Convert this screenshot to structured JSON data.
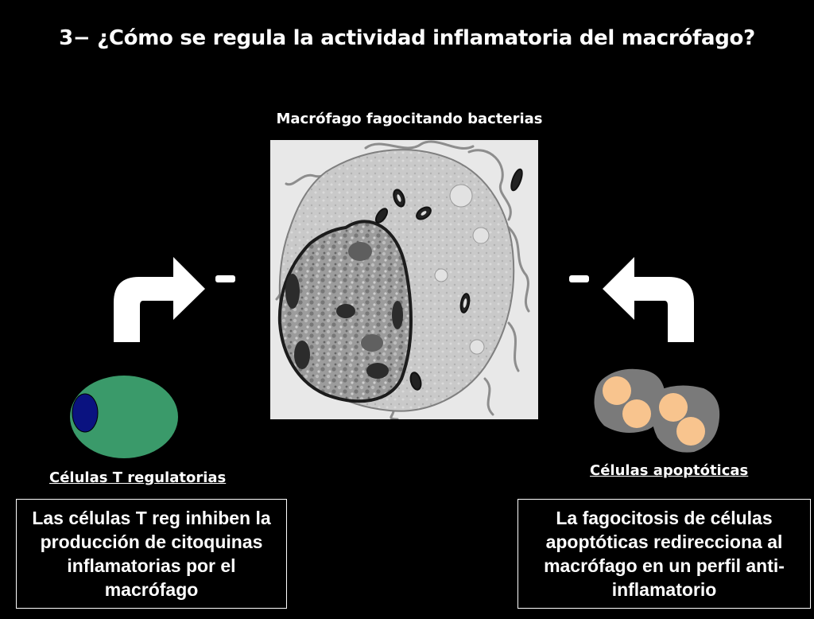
{
  "title": "3− ¿Cómo se regula la actividad inflamatoria del macrófago?",
  "center_image": {
    "caption": "Macrófago fagocitando bacterias"
  },
  "inhibition_symbol": "-",
  "left": {
    "label": "Células T regulatorias",
    "description": "Las células T reg inhiben la producción de citoquinas inflamatorias por el macrófago",
    "cell_colors": {
      "body": "#3a9a6a",
      "nucleus": "#0a1280"
    }
  },
  "right": {
    "label": "Células apoptóticas",
    "description": "La fagocitosis de células apoptóticas redirecciona al macrófago en un perfil anti-inflamatorio",
    "cell_colors": {
      "body": "#7a7a7a",
      "granules": "#f8c48e"
    }
  }
}
